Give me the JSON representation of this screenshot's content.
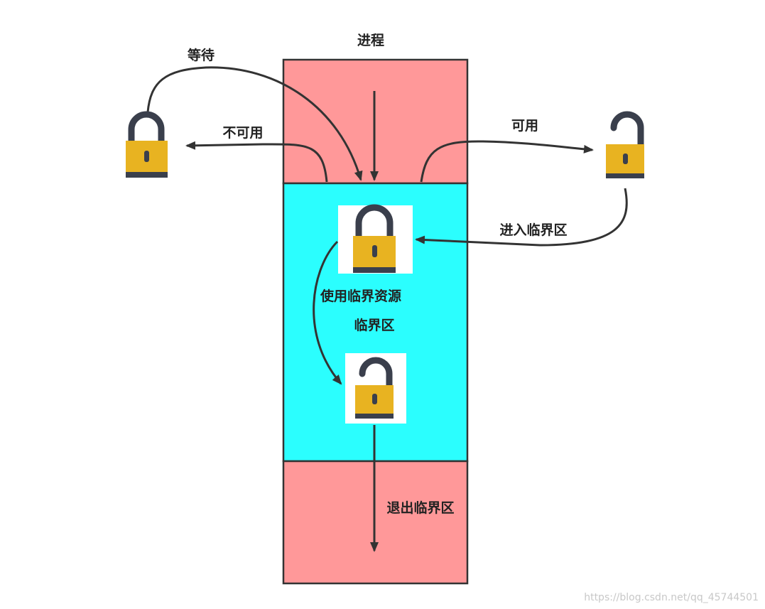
{
  "labels": {
    "process": "进程",
    "wait": "等待",
    "unavailable": "不可用",
    "available": "可用",
    "enter_critical": "进入临界区",
    "use_resource": "使用临界资源",
    "critical_section": "临界区",
    "exit_critical": "退出临界区"
  },
  "watermark": "https://blog.csdn.net/qq_45744501",
  "colors": {
    "process_region": "#ff9899",
    "critical_region": "#2bfefe",
    "lock_body": "#e8b321",
    "lock_base": "#3a3f4c",
    "arrow": "#333333"
  },
  "icons": [
    "lock-closed-icon",
    "lock-open-icon"
  ]
}
